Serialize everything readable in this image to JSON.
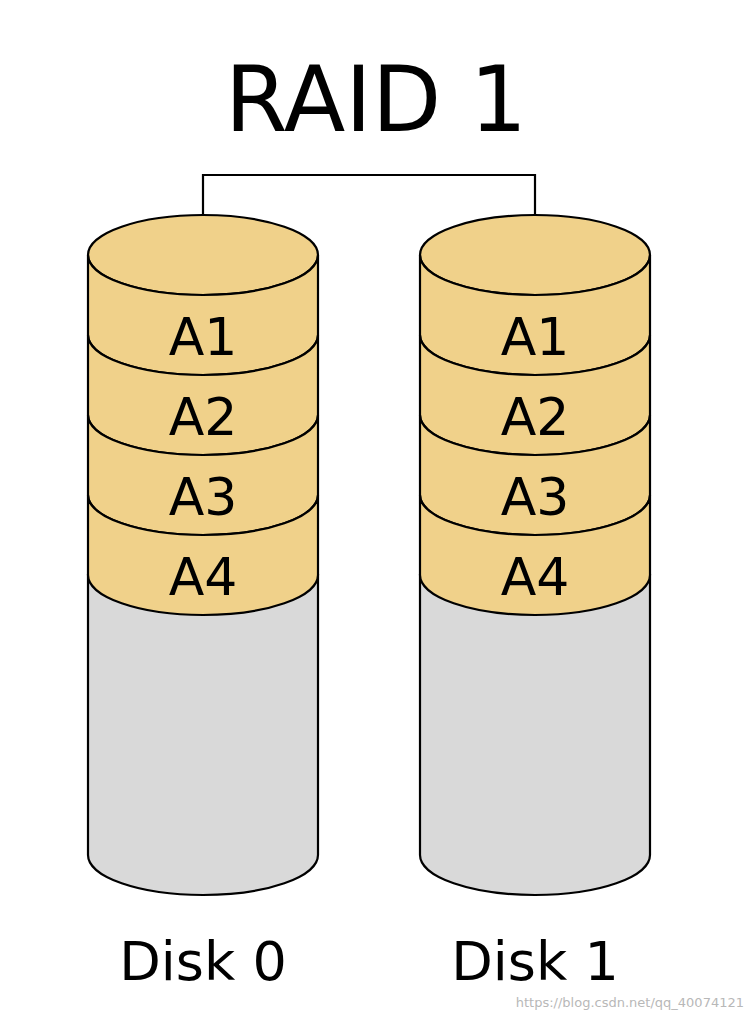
{
  "diagram": {
    "title": "RAID 1",
    "nodes": [
      {
        "text": [
          "Disk 0"
        ]
      },
      {
        "text": [
          "A1"
        ],
        "in": 0
      },
      {
        "text": [
          "A2"
        ],
        "in": 0
      },
      {
        "text": [
          "A3"
        ],
        "in": 0
      },
      {
        "text": [
          "A4"
        ],
        "in": 0
      },
      {
        "text": [
          "Disk 1"
        ]
      },
      {
        "text": [
          "A1"
        ],
        "in": 5
      },
      {
        "text": [
          "A2"
        ],
        "in": 5
      },
      {
        "text": [
          "A3"
        ],
        "in": 5
      },
      {
        "text": [
          "A4"
        ],
        "in": 5
      }
    ],
    "edges": [
      {
        "from": 0,
        "to": 5,
        "arrow": "none"
      }
    ],
    "labels": [
      "https://blog.csdn.net/qq_40074121"
    ]
  }
}
